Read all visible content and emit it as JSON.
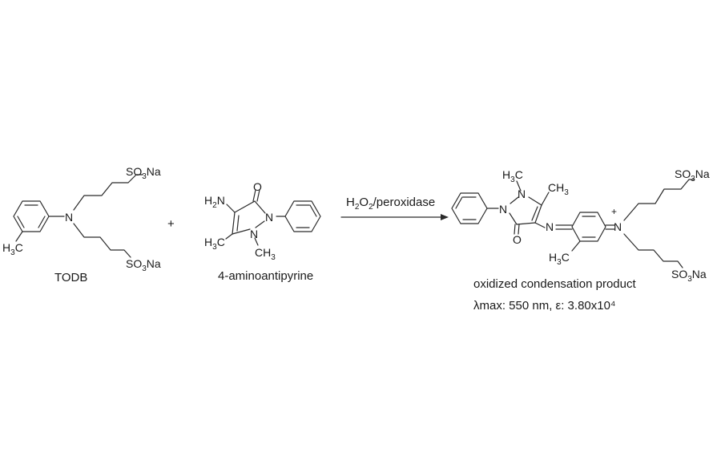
{
  "reactant1": {
    "name": "TODB",
    "n": "N",
    "so3na_top": "SO3Na",
    "so3na_bottom": "SO3Na",
    "methyl": "H3C"
  },
  "plus": "+",
  "reactant2": {
    "name": "4-aminoantipyrine",
    "amine": "H2N",
    "oxygen": "O",
    "n1": "N",
    "n2": "N",
    "methyl_c": "H3C",
    "methyl_n": "CH3"
  },
  "arrow": {
    "reagent": "H2O2/peroxidase"
  },
  "product": {
    "name": "oxidized condensation product",
    "spectral": "λmax: 550 nm, ε: 3.80x10⁴",
    "methyl_top": "H3C",
    "methyl_right": "CH3",
    "n_a": "N",
    "n_b": "N",
    "oxygen": "O",
    "imine_n": "N",
    "charge": "+",
    "cation_n": "N",
    "methyl_ring": "H3C",
    "so3na_top": "SO3Na",
    "so3na_bottom": "SO3Na"
  }
}
